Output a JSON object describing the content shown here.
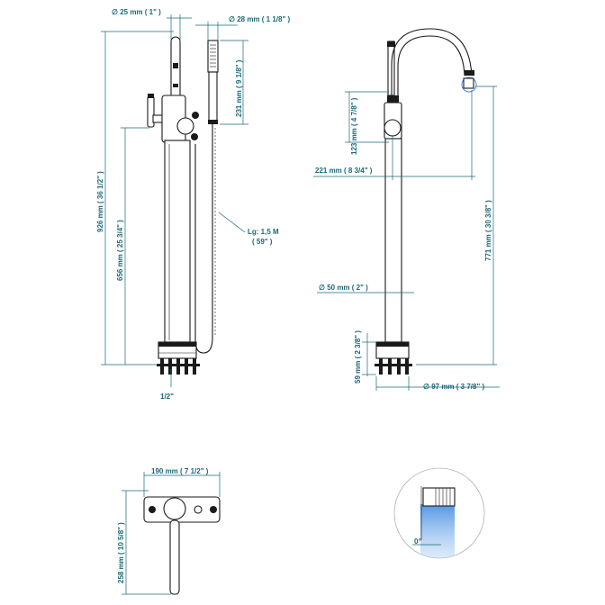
{
  "dimensions": {
    "spout_dia": "∅ 25 mm ( 1\" )",
    "hand_dia": "∅ 28 mm ( 1 1/8\" )",
    "hand_len": "231 mm ( 9 1/8\" )",
    "total_height": "926 mm ( 36 1/2\" )",
    "body_height": "656 mm ( 25 3/4\" )",
    "hose_line1": "Lg: 1,5 M",
    "hose_line2": "( 59\" )",
    "inlet": "1/2\"",
    "lever_height": "123 mm ( 4 7/8\" )",
    "reach": "221 mm ( 8 3/4\" )",
    "spout_height": "771 mm ( 30 3/8\" )",
    "column_dia": "∅ 50 mm ( 2\" )",
    "base_height": "59 mm ( 2 3/8\" )",
    "base_dia": "∅ 97 mm ( 3 7/8\" )",
    "plate_width": "190 mm ( 7 1/2\" )",
    "plate_depth": "258 mm ( 10 5/8\" )",
    "angle": "0°"
  },
  "colors": {
    "dimension": "#1a6a78",
    "outline": "#1a1a1a",
    "water": "#4a90e2"
  }
}
